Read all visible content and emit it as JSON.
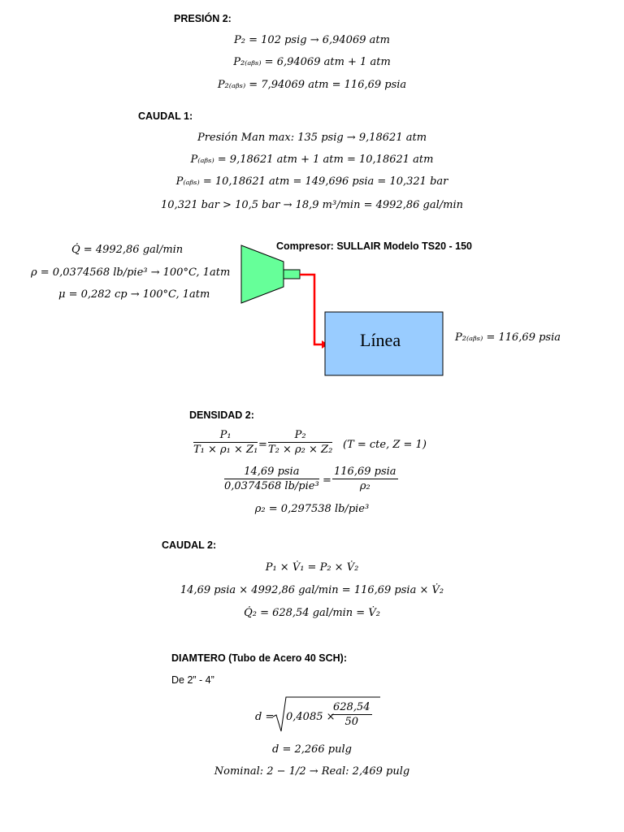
{
  "presion2": {
    "title": "PRESIÓN 2:",
    "l1": "P₂ = 102 psig → 6,94069 atm",
    "l2": "P₂₍ₐᵦₛ₎ = 6,94069 atm + 1 atm",
    "l3": "P₂₍ₐᵦₛ₎ = 7,94069 atm = 116,69 psia"
  },
  "caudal1": {
    "title": "CAUDAL 1:",
    "l1": "Presión Man max: 135 psig → 9,18621 atm",
    "l2": "P₍ₐᵦₛ₎ = 9,18621 atm + 1 atm = 10,18621 atm",
    "l3": "P₍ₐᵦₛ₎ = 10,18621 atm = 149,696 psia = 10,321 bar",
    "l4": "10,321 bar > 10,5 bar → 18,9  m³/min = 4992,86  gal/min"
  },
  "diagram": {
    "q": "Q̇ = 4992,86  gal/min",
    "rho": "ρ = 0,0374568  lb/pie³ → 100°C, 1atm",
    "mu": "μ = 0,282 cp → 100°C, 1atm",
    "compressor_title": "Compresor: SULLAIR Modelo TS20 - 150",
    "line_label": "Línea",
    "p2": "P₂₍ₐᵦₛ₎ = 116,69 psia",
    "colors": {
      "compressor": "#66ff99",
      "line_box": "#99ccff",
      "pipe": "#ff0000"
    }
  },
  "densidad2": {
    "title": "DENSIDAD 2:",
    "f1_num": "P₁",
    "f1_den": "T₁ × ρ₁ × Z₁",
    "f2_num": "P₂",
    "f2_den": "T₂ × ρ₂ × Z₂",
    "cond": "(T = cte, Z = 1)",
    "f3_num": "14,69 psia",
    "f3_den": "0,0374568 lb/pie³",
    "f4_num": "116,69 psia",
    "f4_den": "ρ₂",
    "result": "ρ₂ = 0,297538  lb/pie³"
  },
  "caudal2": {
    "title": "CAUDAL 2:",
    "l1": "P₁ × V̇₁ = P₂ × V̇₂",
    "l2": "14,69 psia × 4992,86 gal/min = 116,69 psia × V̇₂",
    "l3": "Q̇₂ = 628,54  gal/min = V̇₂"
  },
  "diametro": {
    "title": "DIAMTERO (Tubo de Acero 40 SCH):",
    "range": "De 2” - 4”",
    "d_label": "d =",
    "coef": "0,4085 ×",
    "frac_num": "628,54",
    "frac_den": "50",
    "result": "d = 2,266 pulg",
    "nominal": "Nominal: 2 − 1/2 →  Real: 2,469 pulg"
  }
}
